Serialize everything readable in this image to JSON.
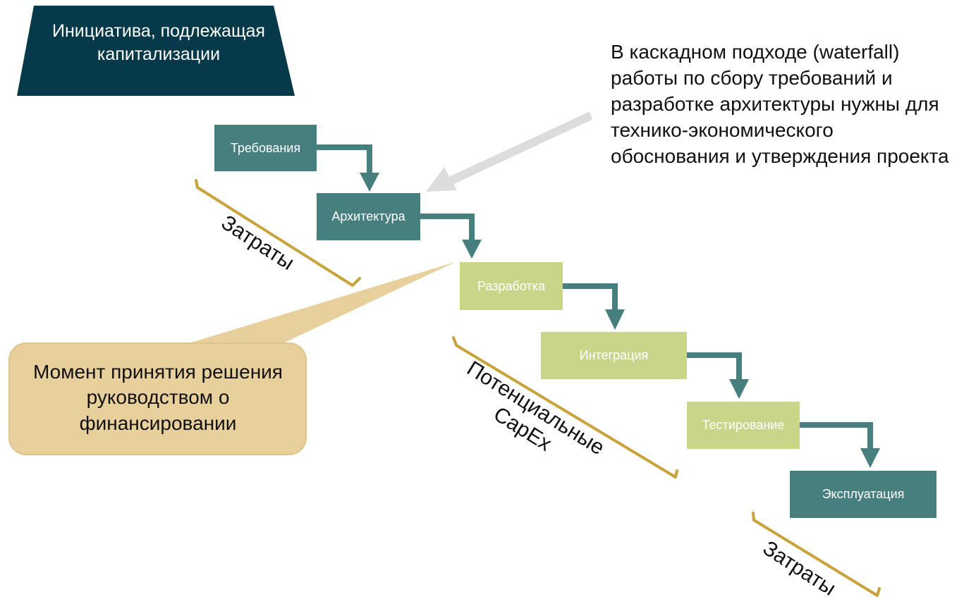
{
  "title": "Инициатива, подлежащая капитализации",
  "note": "В каскадном подходе (waterfall) работы по сбору требований и разработке архитектуры нужны для технико-экономического обоснования и утверждения проекта",
  "callout": "Момент принятия решения руководством о финансировании",
  "steps": [
    "Требования",
    "Архитектура",
    "Разработка",
    "Интеграция",
    "Тестирование",
    "Эксплуатация"
  ],
  "braces": {
    "costs_before": "Затраты",
    "capex_line1": "Потенциальные",
    "capex_line2": "CapEx",
    "costs_after": "Затраты"
  },
  "colors": {
    "title_fill": "#06394a",
    "teal": "#477f7f",
    "green": "#c9d68a",
    "gold": "#c9a23c",
    "callout_fill": "#e8d09c",
    "note_arrow": "#dcdcdc"
  }
}
